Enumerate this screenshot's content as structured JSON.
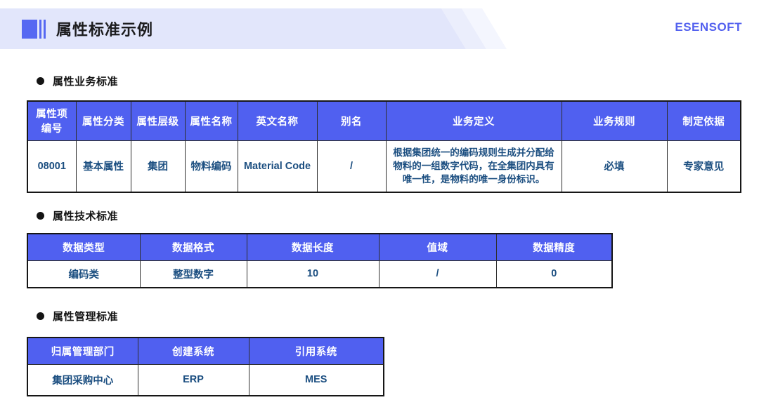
{
  "slide": {
    "title": "属性标准示例",
    "logo_text": "ESENSOFT"
  },
  "colors": {
    "table_header_blue": "#5060F0",
    "band_lavender": "#E2E6FB",
    "brand_blue": "#5361EF",
    "cell_text_navy": "#1B4E80",
    "marker_blue": "#5668F2"
  },
  "sections": [
    {
      "label": "属性业务标准",
      "table": {
        "headers": [
          "属性项\n编号",
          "属性分类",
          "属性层级",
          "属性名称",
          "英文名称",
          "别名",
          "业务定义",
          "业务规则",
          "制定依据"
        ],
        "rows": [
          [
            "08001",
            "基本属性",
            "集团",
            "物料编码",
            "Material Code",
            "/",
            "根据集团统一的编码规则生成并分配给物料的一组数字代码，在全集团内具有唯一性，是物料的唯一身份标识。",
            "必填",
            "专家意见"
          ]
        ]
      }
    },
    {
      "label": "属性技术标准",
      "table": {
        "headers": [
          "数据类型",
          "数据格式",
          "数据长度",
          "值域",
          "数据精度"
        ],
        "rows": [
          [
            "编码类",
            "整型数字",
            "10",
            "/",
            "0"
          ]
        ]
      }
    },
    {
      "label": "属性管理标准",
      "table": {
        "headers": [
          "归属管理部门",
          "创建系统",
          "引用系统"
        ],
        "rows": [
          [
            "集团采购中心",
            "ERP",
            "MES"
          ]
        ]
      }
    }
  ]
}
